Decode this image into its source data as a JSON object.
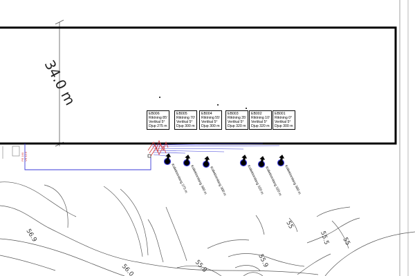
{
  "dimension_label": "34.0 m",
  "boreholes": [
    {
      "id": "EB006",
      "direction": "Riktning 85°",
      "vertical": "Vertikal 5°",
      "depth": "Djup 275 m",
      "label": "Kollektorslang 275 m"
    },
    {
      "id": "EB005",
      "direction": "Riktning 70°",
      "vertical": "Vertikal 5°",
      "depth": "Djup 300 m",
      "label": "Kollektorslang 300 m"
    },
    {
      "id": "EB004",
      "direction": "Riktning 55°",
      "vertical": "Vertikal 5°",
      "depth": "Djup 300 m",
      "label": "Kollektorslang 300 m"
    },
    {
      "id": "EB003",
      "direction": "Riktning 35°",
      "vertical": "Vertikal 5°",
      "depth": "Djup 320 m",
      "label": "Kollektorslang 320 m"
    },
    {
      "id": "EB002",
      "direction": "Riktning 10°",
      "vertical": "Vertikal 5°",
      "depth": "Djup 320 m",
      "label": "Kollektorslang 320 m"
    },
    {
      "id": "EB001",
      "direction": "Riktning 0°",
      "vertical": "Vertikal 5°",
      "depth": "Djup 300 m",
      "label": "Kollektorslang 300 m"
    }
  ],
  "pipe_tags": [
    "PE 160",
    "VS 12.5"
  ],
  "contour_labels": [
    "56.9",
    "56.0",
    "55.9",
    "55.8",
    "55.5",
    "55",
    "55"
  ],
  "colors": {
    "pipe": "#3a3ad8",
    "red": "#d43a3a",
    "building": "#000000",
    "contour": "#555555"
  }
}
